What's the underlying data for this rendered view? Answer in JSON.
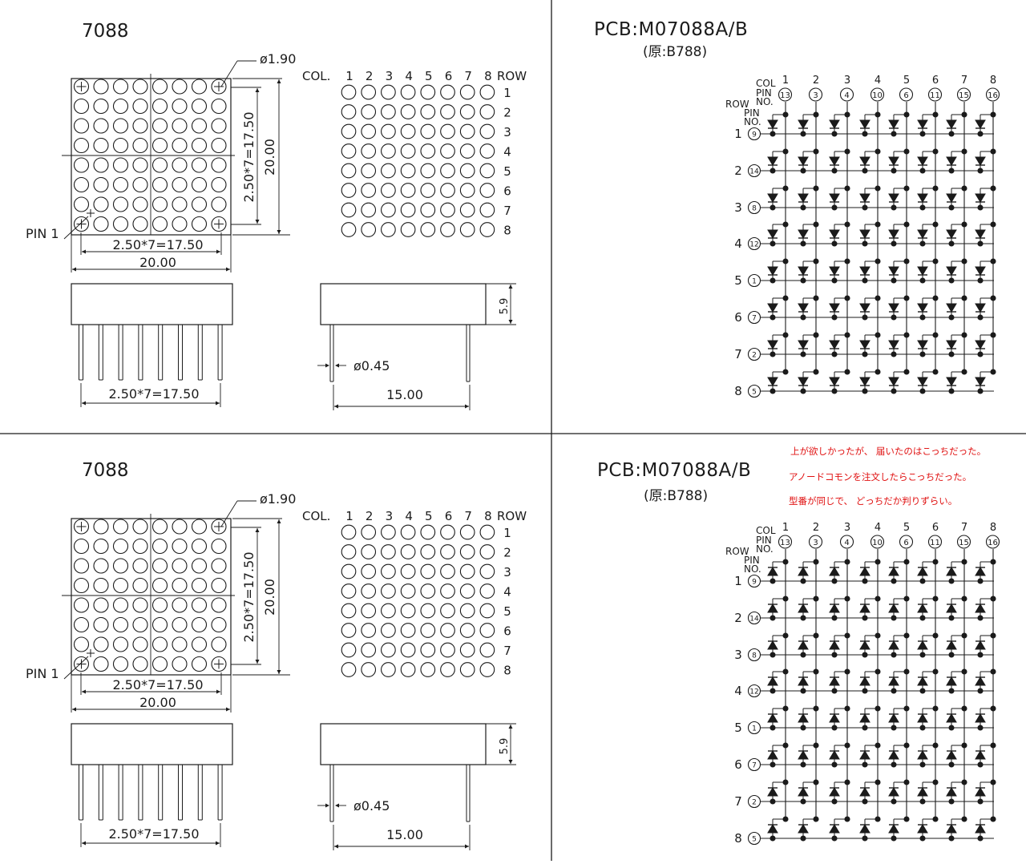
{
  "panels": [
    {
      "model": "7088",
      "pcb_title": "PCB:M07088A/B",
      "pcb_original": "(原:B788)",
      "dim_hole": "ø1.90",
      "dim_pitch": "2.50*7=17.50",
      "dim_total": "20.00",
      "dim_pin_pitch": "2.50*7=17.50",
      "dim_pin_dia": "ø0.45",
      "dim_row_spacing": "15.00",
      "dim_height": "5.9",
      "pin1_label": "PIN 1",
      "diode_direction": "down"
    },
    {
      "model": "7088",
      "pcb_title": "PCB:M07088A/B",
      "pcb_original": "(原:B788)",
      "dim_hole": "ø1.90",
      "dim_pitch": "2.50*7=17.50",
      "dim_total": "20.00",
      "dim_pin_pitch": "2.50*7=17.50",
      "dim_pin_dia": "ø0.45",
      "dim_row_spacing": "15.00",
      "dim_height": "5.9",
      "pin1_label": "PIN 1",
      "diode_direction": "up"
    }
  ],
  "matrix": {
    "col_header": "COL.",
    "row_header": "ROW",
    "columns": [
      "1",
      "2",
      "3",
      "4",
      "5",
      "6",
      "7",
      "8"
    ],
    "rows": [
      "1",
      "2",
      "3",
      "4",
      "5",
      "6",
      "7",
      "8"
    ]
  },
  "schematic": {
    "col_label": "COL",
    "pin_label": "PIN",
    "no_label": "NO.",
    "row_label": "ROW",
    "col_pins": [
      "13",
      "3",
      "4",
      "10",
      "6",
      "11",
      "15",
      "16"
    ],
    "row_pins": [
      "9",
      "14",
      "8",
      "12",
      "1",
      "7",
      "2",
      "5"
    ]
  },
  "annotation": {
    "line1": "上が欲しかったが、 届いたのはこっちだった。",
    "line2": "アノードコモンを注文したらこっちだった。",
    "line3": "型番が同じで、 どっちだか判りずらい。"
  },
  "colors": {
    "ink": "#1b1b1b",
    "note": "#e01010",
    "background": "#ffffff"
  }
}
